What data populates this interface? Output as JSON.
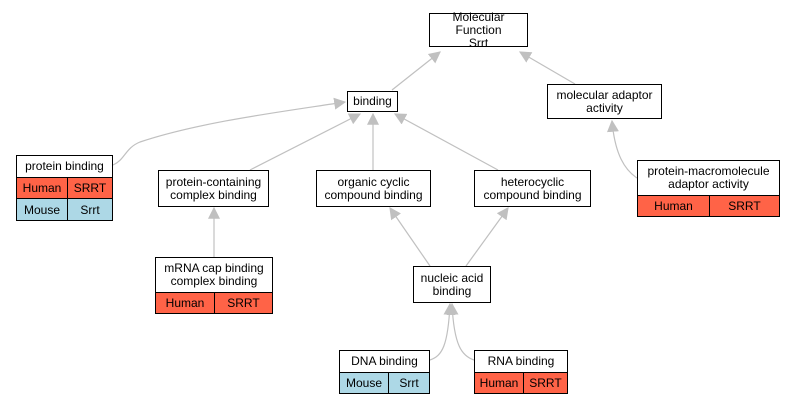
{
  "colors": {
    "human": "#ff6347",
    "mouse": "#add8e6",
    "edge": "#c0c0c0"
  },
  "nodes": {
    "root": "Molecular Function\nSrrt",
    "binding": "binding",
    "molecular_adaptor": "molecular adaptor\nactivity",
    "protein_binding": "protein binding",
    "protein_containing": "protein-containing\ncomplex binding",
    "organic_cyclic": "organic cyclic\ncompound binding",
    "heterocyclic": "heterocyclic\ncompound binding",
    "protein_macromolecule": "protein-macromolecule\nadaptor activity",
    "mrna_cap": "mRNA cap binding\ncomplex binding",
    "nucleic_acid": "nucleic acid\nbinding",
    "dna_binding": "DNA binding",
    "rna_binding": "RNA binding"
  },
  "annotations": {
    "protein_binding": [
      [
        "Human",
        "SRRT"
      ],
      [
        "Mouse",
        "Srrt"
      ]
    ],
    "protein_macromolecule": [
      [
        "Human",
        "SRRT"
      ]
    ],
    "mrna_cap": [
      [
        "Human",
        "SRRT"
      ]
    ],
    "dna_binding": [
      [
        "Mouse",
        "Srrt"
      ]
    ],
    "rna_binding": [
      [
        "Human",
        "SRRT"
      ]
    ]
  },
  "edges": [
    [
      "binding",
      "root"
    ],
    [
      "molecular_adaptor",
      "root"
    ],
    [
      "protein_binding",
      "binding"
    ],
    [
      "protein_containing",
      "binding"
    ],
    [
      "organic_cyclic",
      "binding"
    ],
    [
      "heterocyclic",
      "binding"
    ],
    [
      "protein_macromolecule",
      "molecular_adaptor"
    ],
    [
      "mrna_cap",
      "protein_containing"
    ],
    [
      "nucleic_acid",
      "organic_cyclic"
    ],
    [
      "nucleic_acid",
      "heterocyclic"
    ],
    [
      "dna_binding",
      "nucleic_acid"
    ],
    [
      "rna_binding",
      "nucleic_acid"
    ]
  ]
}
